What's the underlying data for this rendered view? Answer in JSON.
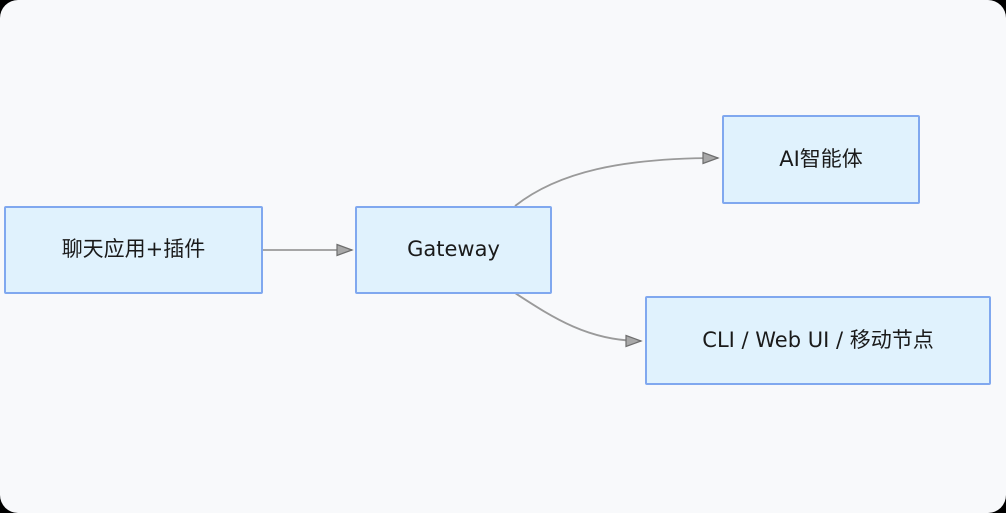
{
  "diagram": {
    "nodes": {
      "chat": {
        "label": "聊天应用+插件"
      },
      "gateway": {
        "label": "Gateway"
      },
      "agent": {
        "label": "AI智能体"
      },
      "clients": {
        "label": "CLI / Web UI / 移动节点"
      }
    },
    "edges": [
      {
        "from": "chat",
        "to": "gateway"
      },
      {
        "from": "gateway",
        "to": "agent"
      },
      {
        "from": "gateway",
        "to": "clients"
      }
    ],
    "colors": {
      "canvas_bg": "#f8f9fb",
      "page_bg": "#000000",
      "node_fill": "#e0f2fd",
      "node_border": "#80a8ef",
      "edge_line": "#9a9a9a",
      "arrow_fill": "#a8a8a8",
      "arrow_stroke": "#6e6e6e",
      "text": "#1a1a1a"
    }
  }
}
